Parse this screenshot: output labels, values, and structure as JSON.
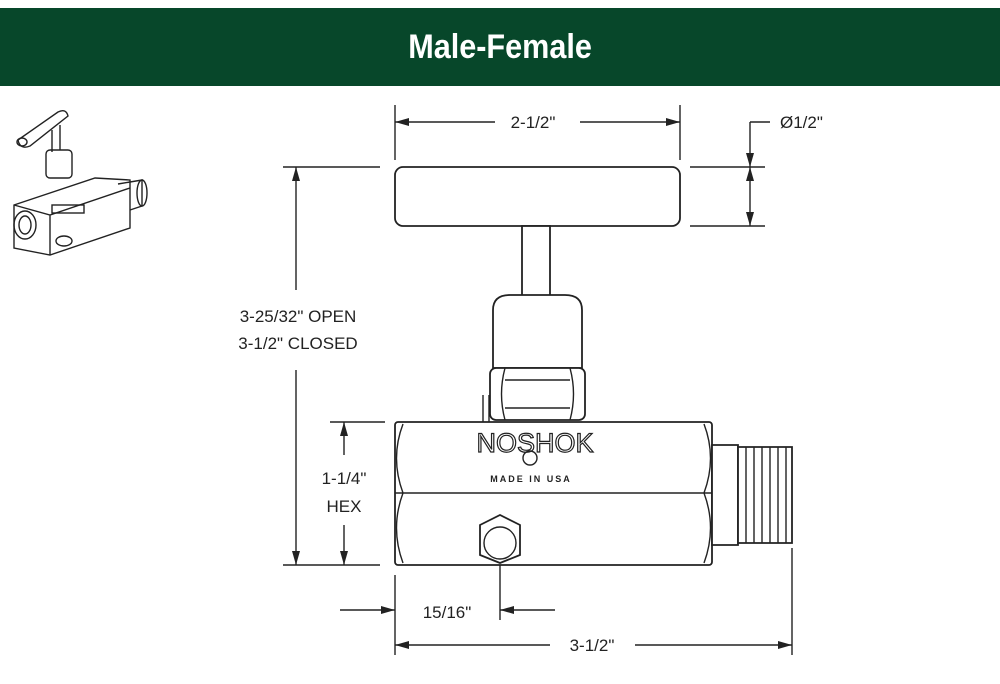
{
  "header": {
    "title": "Male-Female"
  },
  "logo": {
    "brand": "NOSHOK",
    "made_in": "MADE IN USA"
  },
  "dimensions": {
    "handle_width": "2-1/2\"",
    "handle_diameter": "Ø1/2\"",
    "height_open": "3-25/32\" OPEN",
    "height_closed": "3-1/2\" CLOSED",
    "hex_size": "1-1/4\"",
    "hex_label": "HEX",
    "plug_offset": "15/16\"",
    "overall_length": "3-1/2\""
  },
  "colors": {
    "header": "#07472a"
  }
}
